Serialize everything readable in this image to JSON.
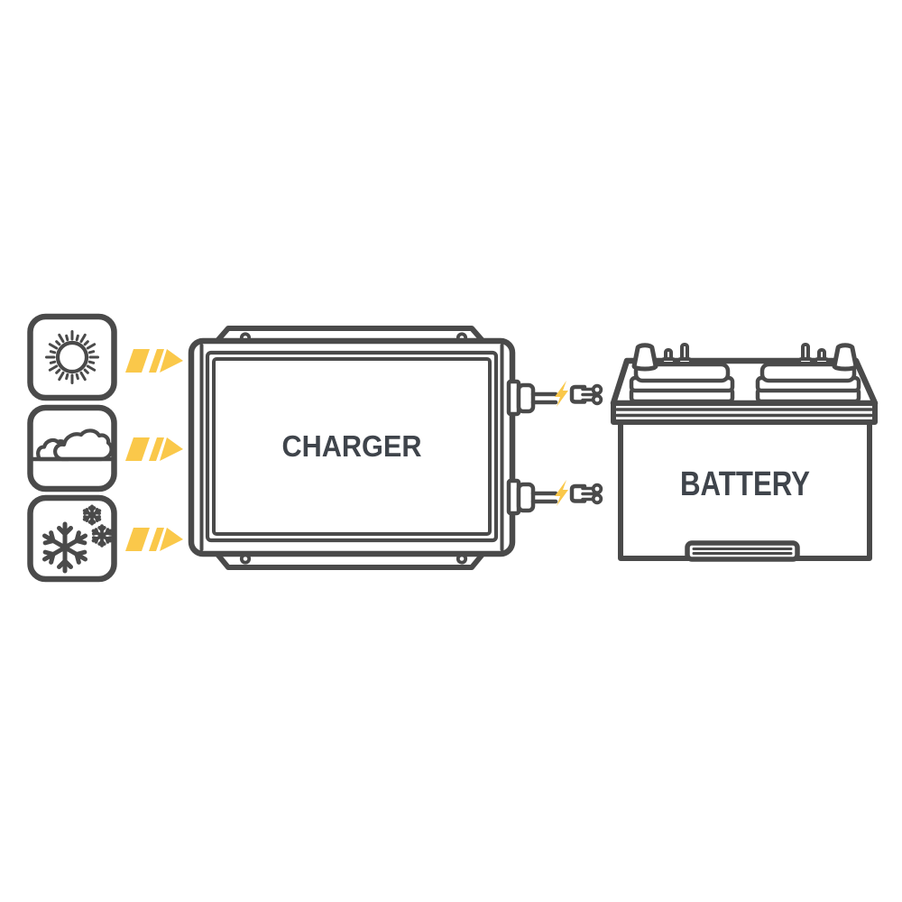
{
  "diagram": {
    "charger_label": "CHARGER",
    "battery_label": "BATTERY",
    "weather_inputs": [
      {
        "icon": "sun-icon",
        "meaning": "hot weather"
      },
      {
        "icon": "clouds-icon",
        "meaning": "mild weather"
      },
      {
        "icon": "snowflakes-icon",
        "meaning": "cold weather"
      }
    ],
    "colors": {
      "outline": "#4a4a4a",
      "accent_yellow": "#fac84a",
      "label_text": "#3f444b",
      "background": "#ffffff"
    }
  }
}
